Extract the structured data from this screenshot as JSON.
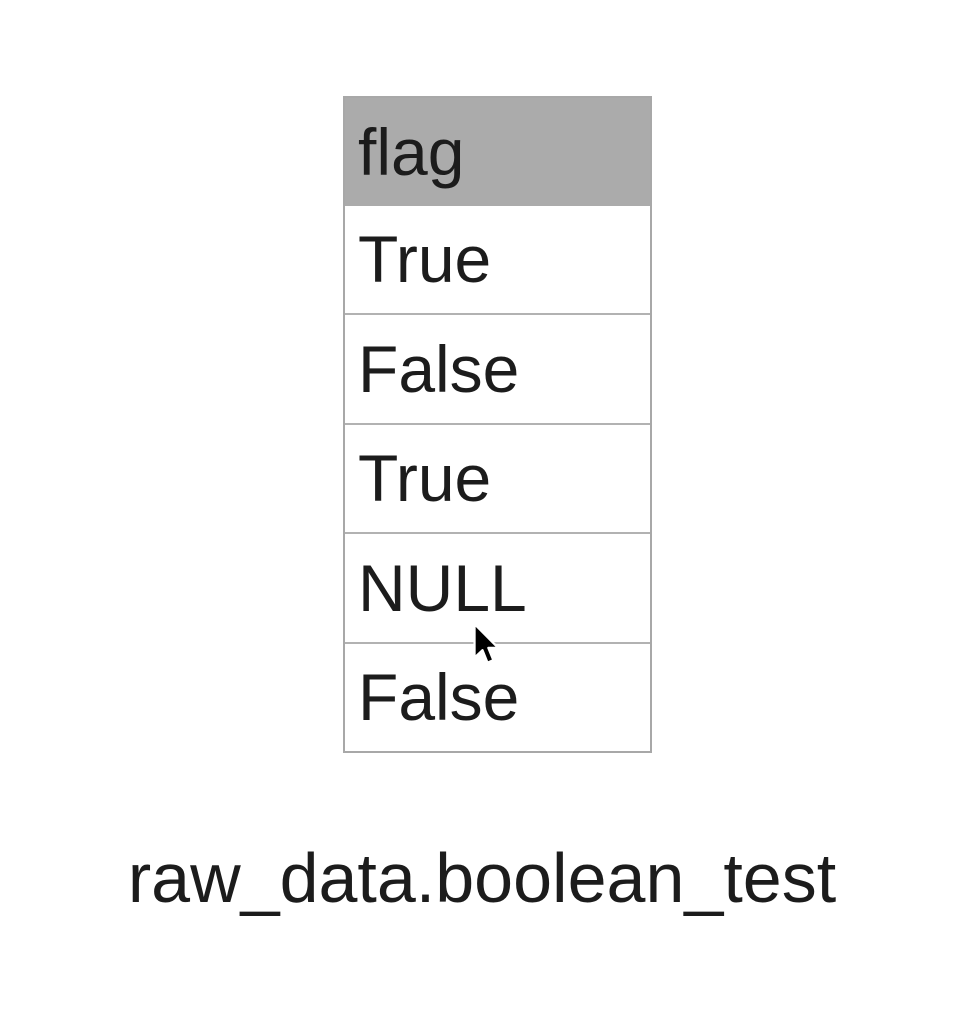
{
  "table": {
    "header": "flag",
    "rows": [
      "True",
      "False",
      "True",
      "NULL",
      "False"
    ]
  },
  "caption": "raw_data.boolean_test",
  "colors": {
    "background": "#ffffff",
    "header_bg": "#ababab",
    "border_outer": "#a8a8a8",
    "row_divider": "#b2b2b2",
    "text": "#1c1c1c"
  }
}
